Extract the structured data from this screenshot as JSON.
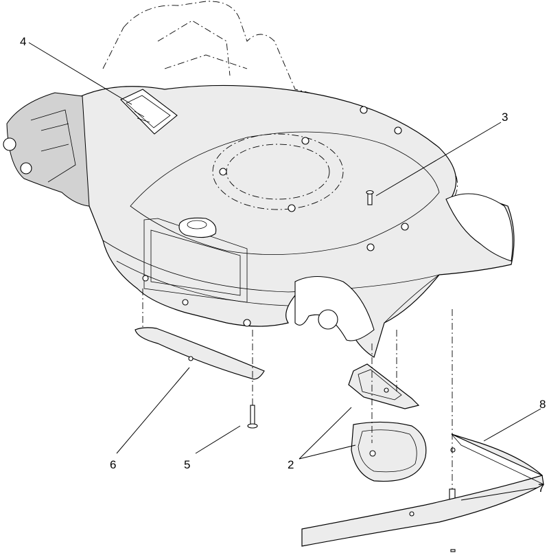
{
  "callouts": {
    "c1": "4",
    "c2": "3",
    "c3": "8",
    "c4": "7",
    "c5": "6",
    "c6": "5",
    "c7": "2"
  }
}
